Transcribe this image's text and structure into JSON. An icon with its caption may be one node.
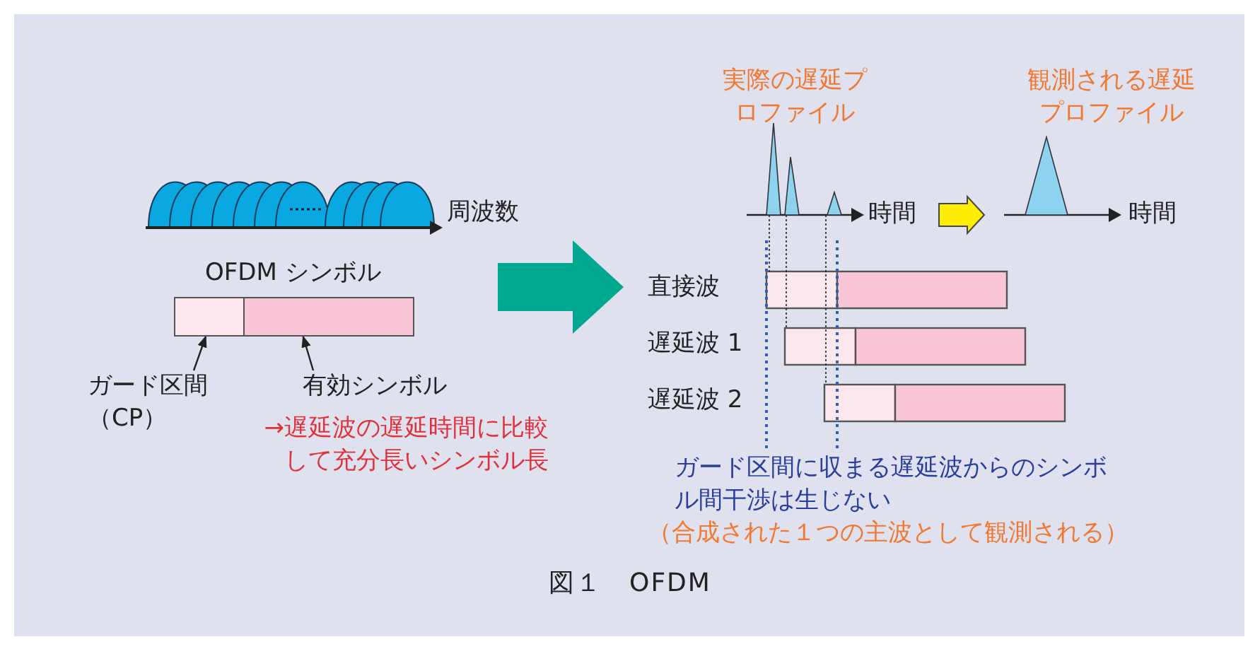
{
  "diagram": {
    "caption": "図１　OFDM",
    "nodes": [
      {
        "text": [
          "OFDM シンボル"
        ]
      },
      {
        "text": [],
        "shape": "box",
        "in": 0
      },
      {
        "text": [],
        "shape": "box",
        "in": 0
      },
      {
        "text": [
          "ガード区間（CP）"
        ]
      },
      {
        "text": [
          "有効シンボル"
        ]
      },
      {
        "text": [
          "実際の遅延プロファイル",
          "時間"
        ]
      },
      {
        "text": [
          "観測される遅延プロファイル",
          "時間"
        ]
      }
    ],
    "edges": [
      {
        "from": 3,
        "to": 1,
        "arrow": "to"
      },
      {
        "from": 4,
        "to": 2,
        "arrow": "to"
      },
      {
        "from": 5,
        "to": 6,
        "arrow": "to",
        "style": "thick",
        "color": "#ffee00"
      }
    ],
    "labels": [
      "周波数",
      "→遅延波の遅延時間に比較して充分長いシンボル長",
      "直接波",
      "遅延波 1",
      "遅延波 2",
      "ガード区間に収まる遅延波からのシンボル間干渉は生じない",
      "（合成された１つの主波として観測される）"
    ]
  }
}
